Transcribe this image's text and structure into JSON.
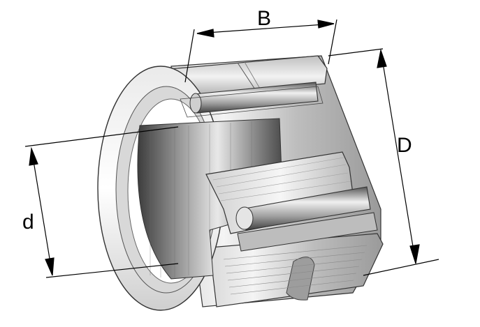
{
  "diagram": {
    "labels": {
      "width": "B",
      "outer_diameter": "D",
      "bore_diameter": "d"
    }
  }
}
